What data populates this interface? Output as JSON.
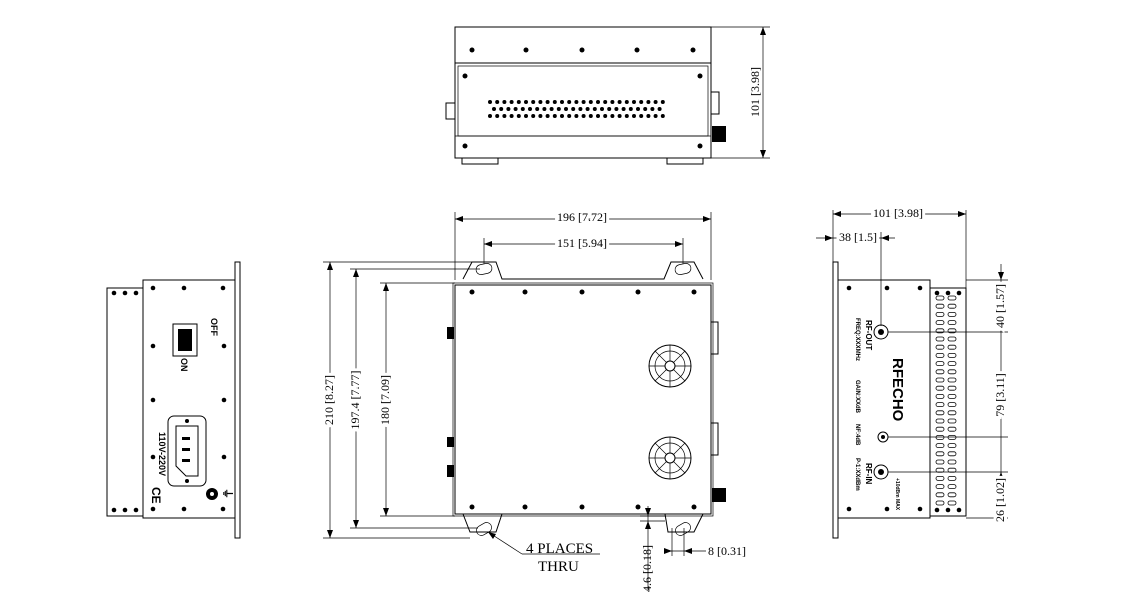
{
  "dimensions": {
    "top_height": "101 [3.98]",
    "front_width": "196 [7.72]",
    "front_hole_spacing": "151 [5.94]",
    "front_height_total": "210 [8.27]",
    "front_height_holes": "197.4 [7.77]",
    "front_height_body": "180 [7.09]",
    "flange_thickness": "4.6 [0.18]",
    "slot_width": "8 [0.31]",
    "side_width": "101 [3.98]",
    "side_offset": "38 [1.5]",
    "side_top_offset": "40 [1.57]",
    "side_port_spacing": "79 [3.11]",
    "side_bottom_offset": "26 [1.02]"
  },
  "notes": {
    "places_line1": "4 PLACES",
    "places_line2": "THRU"
  },
  "left_panel": {
    "switch_off": "OFF",
    "switch_on": "ON",
    "power_label": "110V-220V",
    "ce_mark": "CE",
    "ground_symbol": "⏚"
  },
  "right_panel": {
    "brand": "RFECHO",
    "rf_out": "RF-OUT",
    "freq": "FREQ:XXXMHz",
    "gain": "GAIN:XXdB",
    "nf": "NF:4dB",
    "p1db": "P-1:XXdBm",
    "rf_in": "RF-IN",
    "max_in": "+10dBm MAX"
  }
}
